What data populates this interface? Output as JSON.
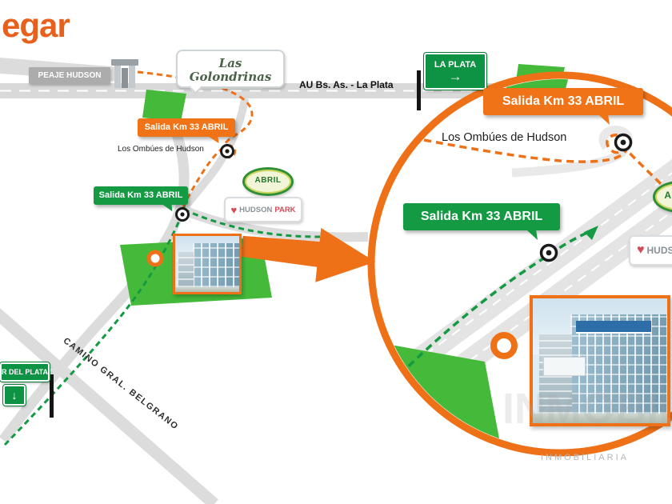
{
  "page": {
    "title_fragment": "egar",
    "watermark": "INMOBILIARIA"
  },
  "colors": {
    "accent_orange": "#EE7118",
    "route_green": "#149A43",
    "sign_green": "#0E9243",
    "grass_green": "#45BA3A",
    "road_gray": "#DCDCDC"
  },
  "icons": {
    "right_arrow": "→",
    "down_arrow": "↓",
    "heart": "♥"
  },
  "signs": {
    "peaje_hudson": "PEAJE HUDSON",
    "las_golondrinas": "Las Golondrinas",
    "highway_label": "AU Bs. As. - La Plata",
    "la_plata": "LA PLATA",
    "salida_km33": "Salida Km 33 ABRIL",
    "los_ombues": "Los Ombúes de Hudson",
    "abril": "ABRIL",
    "hudson": "HUDSON",
    "park": "PARK",
    "mar_del_plata_fragment": "R DEL PLATA",
    "camino_belgrano": "CAMINO GRAL. BELGRANO"
  }
}
